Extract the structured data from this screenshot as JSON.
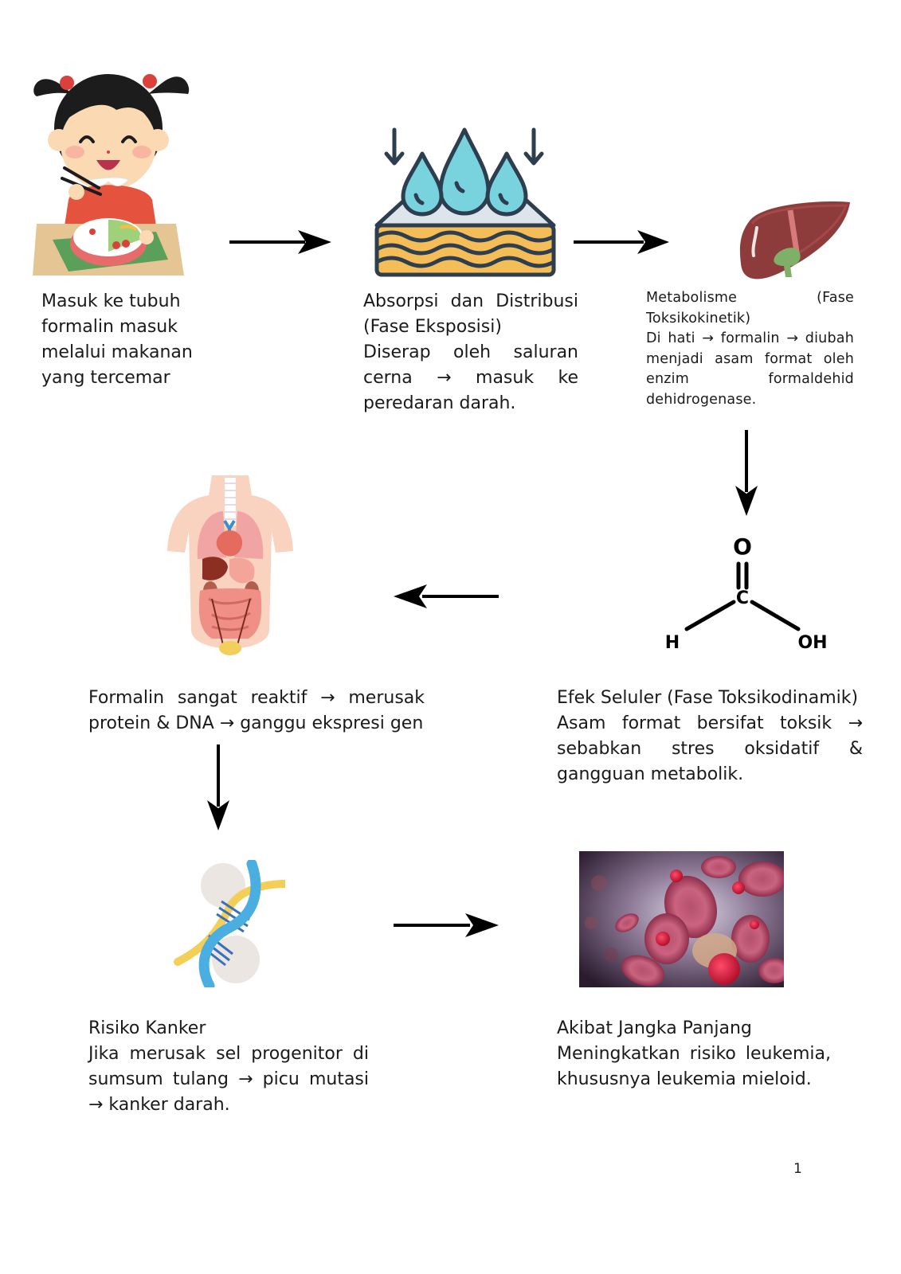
{
  "steps": [
    {
      "id": "ingestion",
      "icon": "girl-eating-icon",
      "lines": [
        "Masuk ke tubuh",
        "formalin masuk",
        "melalui makanan",
        "yang tercemar"
      ]
    },
    {
      "id": "absorption",
      "icon": "absorption-icon",
      "lines": [
        "Absorpsi dan Distribusi",
        "(Fase Eksposisi)",
        "Diserap oleh saluran",
        "cerna → masuk ke",
        "peredaran darah."
      ]
    },
    {
      "id": "metabolism",
      "icon": "liver-icon",
      "lines": [
        "Metabolisme (Fase",
        "Toksikokinetik)",
        "Di hati → formalin → diubah",
        "menjadi asam format oleh",
        "enzim formaldehid",
        "dehidrogenase."
      ]
    },
    {
      "id": "cellular-effect",
      "icon": "formic-acid-structure-icon",
      "lines": [
        "Efek Seluler (Fase Toksikodinamik)",
        "Asam format bersifat toksik →",
        "sebabkan stres oksidatif &",
        "gangguan metabolik."
      ],
      "molecule": {
        "top": "O",
        "center": "C",
        "left": "H",
        "right": "OH"
      }
    },
    {
      "id": "reactivity",
      "icon": "human-organs-icon",
      "lines": [
        "Formalin sangat reaktif → merusak",
        "protein & DNA → ganggu ekspresi gen"
      ]
    },
    {
      "id": "cancer-risk",
      "icon": "dna-icon",
      "lines": [
        "Risiko Kanker",
        "Jika merusak sel progenitor di",
        "sumsum tulang → picu mutasi",
        "→ kanker darah."
      ]
    },
    {
      "id": "long-term",
      "icon": "blood-cells-icon",
      "lines": [
        "Akibat Jangka Panjang",
        "Meningkatkan risiko leukemia,",
        "khususnya leukemia mieloid."
      ]
    }
  ],
  "arrows": [
    {
      "from": "ingestion",
      "to": "absorption",
      "direction": "right"
    },
    {
      "from": "absorption",
      "to": "metabolism",
      "direction": "right"
    },
    {
      "from": "metabolism",
      "to": "cellular-effect",
      "direction": "down"
    },
    {
      "from": "cellular-effect",
      "to": "reactivity",
      "direction": "left"
    },
    {
      "from": "reactivity",
      "to": "cancer-risk",
      "direction": "down"
    },
    {
      "from": "cancer-risk",
      "to": "long-term",
      "direction": "right"
    }
  ],
  "page_number": "1",
  "colors": {
    "text": "#1a1a1a",
    "arrow": "#000000",
    "drop": "#6ccad8",
    "outline": "#2d3e4e",
    "layer": "#f5bd58",
    "liver": "#8e3b3b",
    "gallbladder": "#7fb069"
  }
}
